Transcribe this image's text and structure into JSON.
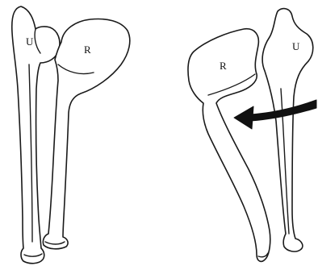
{
  "figures": [
    {
      "id": "supination",
      "labels": {
        "ulna": "U",
        "radius": "R"
      }
    },
    {
      "id": "pronation",
      "labels": {
        "ulna": "U",
        "radius": "R"
      },
      "arrow": {
        "direction": "rotation",
        "color": "#111111"
      }
    }
  ],
  "colors": {
    "outline": "#1a1a1a",
    "background": "#ffffff"
  }
}
